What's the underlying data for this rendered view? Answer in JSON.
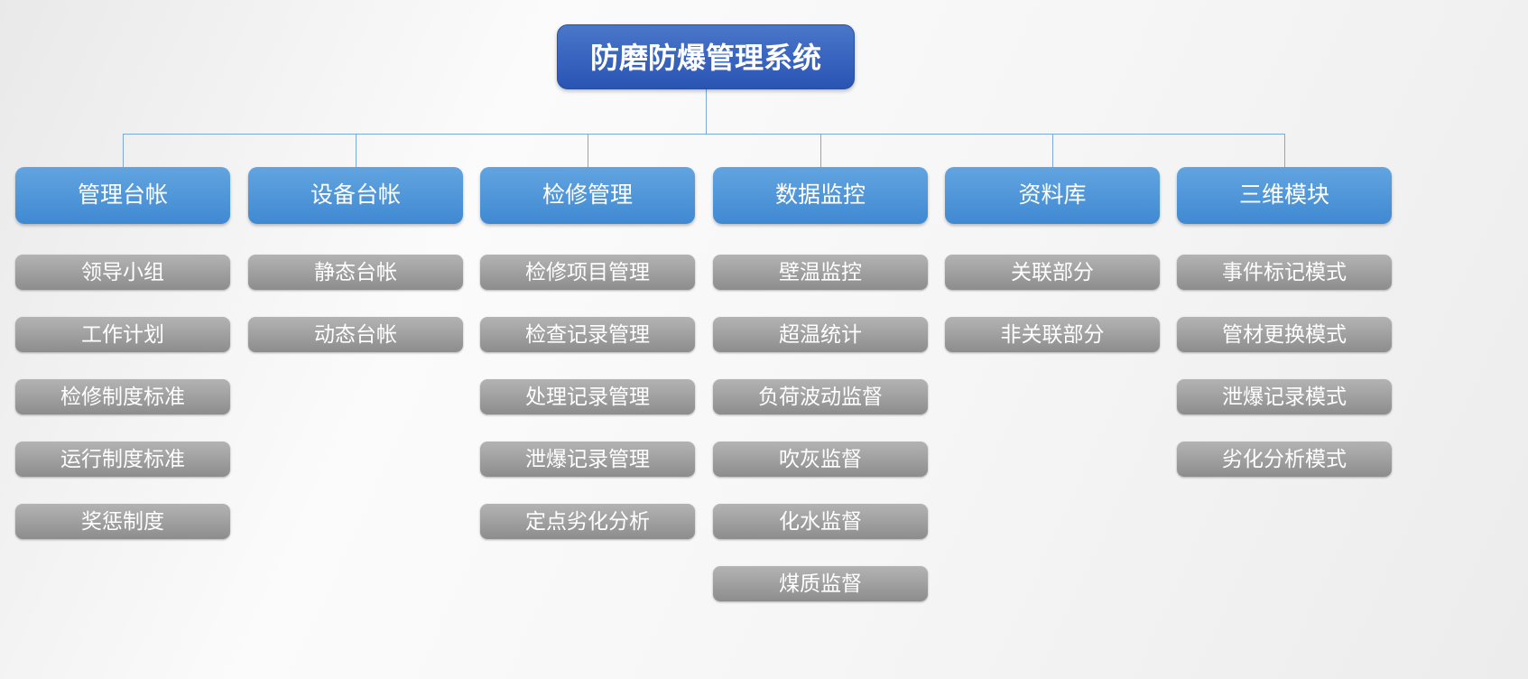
{
  "diagram": {
    "root": {
      "label": "防磨防爆管理系统"
    },
    "branches": [
      {
        "label": "管理台帐",
        "children": [
          "领导小组",
          "工作计划",
          "检修制度标准",
          "运行制度标准",
          "奖惩制度"
        ]
      },
      {
        "label": "设备台帐",
        "children": [
          "静态台帐",
          "动态台帐"
        ]
      },
      {
        "label": "检修管理",
        "children": [
          "检修项目管理",
          "检查记录管理",
          "处理记录管理",
          "泄爆记录管理",
          "定点劣化分析"
        ]
      },
      {
        "label": "数据监控",
        "children": [
          "壁温监控",
          "超温统计",
          "负荷波动监督",
          "吹灰监督",
          "化水监督",
          "煤质监督"
        ]
      },
      {
        "label": "资料库",
        "children": [
          "关联部分",
          "非关联部分"
        ]
      },
      {
        "label": "三维模块",
        "children": [
          "事件标记模式",
          "管材更换模式",
          "泄爆记录模式",
          "劣化分析模式"
        ]
      }
    ],
    "colors": {
      "root_top": "#4a76ca",
      "root_bottom": "#2a54b4",
      "branch_top": "#61a4e0",
      "branch_bottom": "#4089d2",
      "item_top": "#b3b3b3",
      "item_bottom": "#8d8d8d",
      "connector": "#7aa9da",
      "node_text": "#ffffff"
    }
  }
}
